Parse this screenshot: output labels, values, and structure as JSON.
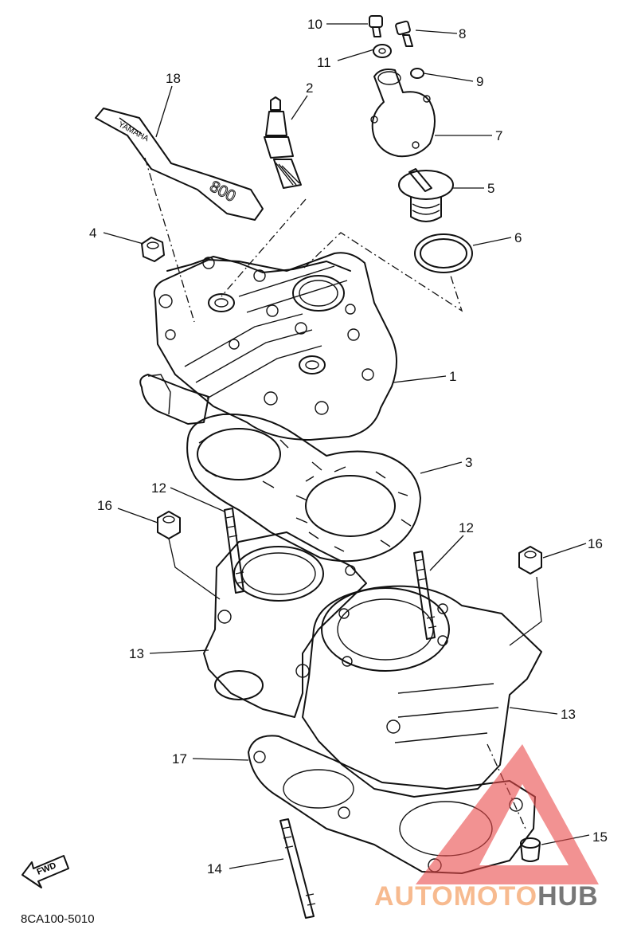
{
  "callouts": {
    "c1": "1",
    "c2": "2",
    "c3": "3",
    "c4": "4",
    "c5": "5",
    "c6": "6",
    "c7": "7",
    "c8": "8",
    "c9": "9",
    "c10": "10",
    "c11": "11",
    "c12a": "12",
    "c12b": "12",
    "c13a": "13",
    "c13b": "13",
    "c14": "14",
    "c15": "15",
    "c16a": "16",
    "c16b": "16",
    "c17": "17",
    "c18": "18"
  },
  "decal_text": "YAMAHA",
  "decal_number": "800",
  "fwd_label": "FWD",
  "diagram_code": "8CA100-5010",
  "watermark": {
    "part1": "AUTOMOTO",
    "part2": "HUB",
    "color1": "#f5a46a",
    "color2": "#4a4a4a",
    "logo_color": "#e84a4a"
  }
}
